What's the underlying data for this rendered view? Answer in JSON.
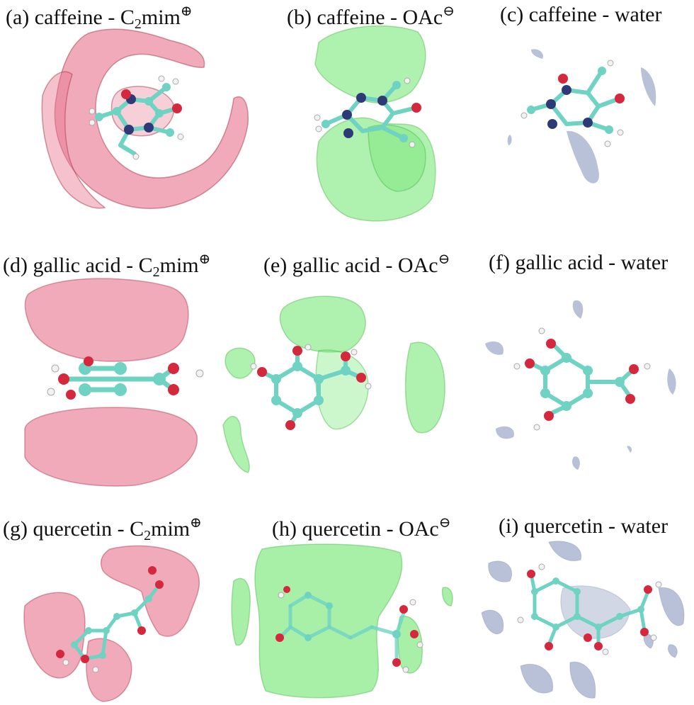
{
  "colors": {
    "cation_isosurface": "#e8768f",
    "anion_isosurface": "#6ee66e",
    "water_isosurface": "#9aa6c6",
    "carbon_atom": "#6fd3c4",
    "oxygen_atom": "#d5283d",
    "nitrogen_atom": "#2e3a78",
    "hydrogen_atom": "#f2f2f2"
  },
  "panels": [
    {
      "letter": "(a)",
      "molecule": "caffeine",
      "sep": "-",
      "partner_main": "C",
      "partner_sub": "2",
      "partner_rest": "mim",
      "partner_sup": "⊕",
      "isosurface": "cation"
    },
    {
      "letter": "(b)",
      "molecule": "caffeine",
      "sep": "-",
      "partner_main": "OAc",
      "partner_sub": "",
      "partner_rest": "",
      "partner_sup": "⊖",
      "isosurface": "anion"
    },
    {
      "letter": "(c)",
      "molecule": "caffeine",
      "sep": "-",
      "partner_main": "water",
      "partner_sub": "",
      "partner_rest": "",
      "partner_sup": "",
      "isosurface": "water"
    },
    {
      "letter": "(d)",
      "molecule": "gallic acid",
      "sep": "-",
      "partner_main": "C",
      "partner_sub": "2",
      "partner_rest": "mim",
      "partner_sup": "⊕",
      "isosurface": "cation"
    },
    {
      "letter": "(e)",
      "molecule": "gallic acid",
      "sep": "-",
      "partner_main": "OAc",
      "partner_sub": "",
      "partner_rest": "",
      "partner_sup": "⊖",
      "isosurface": "anion"
    },
    {
      "letter": "(f)",
      "molecule": "gallic acid",
      "sep": "-",
      "partner_main": "water",
      "partner_sub": "",
      "partner_rest": "",
      "partner_sup": "",
      "isosurface": "water"
    },
    {
      "letter": "(g)",
      "molecule": "quercetin",
      "sep": "-",
      "partner_main": "C",
      "partner_sub": "2",
      "partner_rest": "mim",
      "partner_sup": "⊕",
      "isosurface": "cation"
    },
    {
      "letter": "(h)",
      "molecule": "quercetin",
      "sep": "-",
      "partner_main": "OAc",
      "partner_sub": "",
      "partner_rest": "",
      "partner_sup": "⊖",
      "isosurface": "anion"
    },
    {
      "letter": "(i)",
      "molecule": "quercetin",
      "sep": "-",
      "partner_main": "water",
      "partner_sub": "",
      "partner_rest": "",
      "partner_sup": "",
      "isosurface": "water"
    }
  ]
}
